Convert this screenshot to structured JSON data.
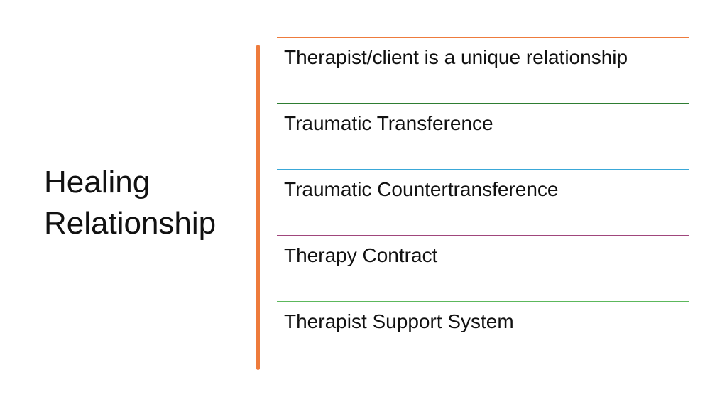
{
  "title": {
    "line1": "Healing",
    "line2": "Relationship"
  },
  "colors": {
    "divider": "#ee7b3c",
    "item_rules": [
      "#ee7b3c",
      "#2e7d32",
      "#3aa8d8",
      "#a0467c",
      "#5cb85c"
    ]
  },
  "items": [
    {
      "label": "Therapist/client is a unique relationship"
    },
    {
      "label": "Traumatic Transference"
    },
    {
      "label": "Traumatic Countertransference"
    },
    {
      "label": "Therapy Contract"
    },
    {
      "label": "Therapist Support System"
    }
  ]
}
